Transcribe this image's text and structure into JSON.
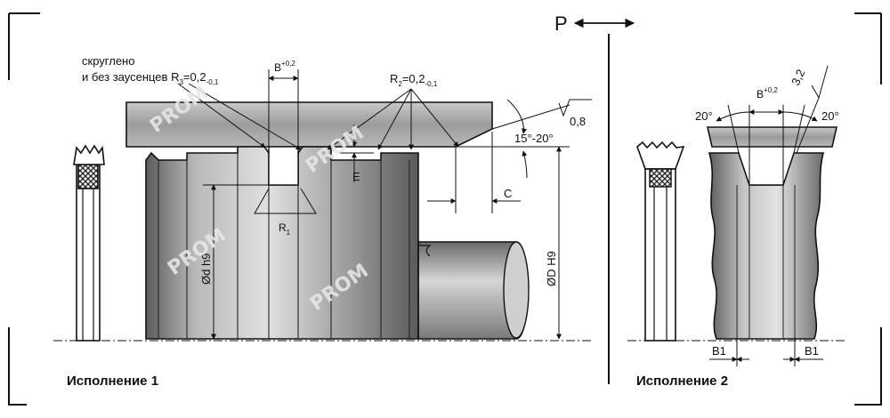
{
  "figure1": {
    "caption": "Исполнение 1",
    "note_line1": "скруглено",
    "note_line2": "и без заусенцев",
    "r3_base": "R",
    "r3_sub": "3",
    "r3_value": "=0,2",
    "r3_tol": "-0,1",
    "r2_base": "R",
    "r2_sub": "2",
    "r2_value": "=0,2",
    "r2_tol": "-0,1",
    "b_base": "B",
    "b_tol": "+0,2",
    "angle": "15°-20°",
    "roughness": "0,8",
    "e_label": "E",
    "c_label": "C",
    "r1_base": "R",
    "r1_sub": "1",
    "dd_label": "Ød h9",
    "dD_label": "ØD H9"
  },
  "figure2": {
    "caption": "Исполнение 2",
    "angle_left": "20°",
    "angle_right": "20°",
    "b_base": "B",
    "b_tol": "+0,2",
    "roughness": "3,2",
    "b1_left": "B1",
    "b1_right": "B1"
  },
  "direction_label": "P",
  "watermark": "PROM",
  "colors": {
    "metal_dark": "#6b6b6b",
    "metal_light": "#d4d4d4",
    "line": "#111111"
  }
}
